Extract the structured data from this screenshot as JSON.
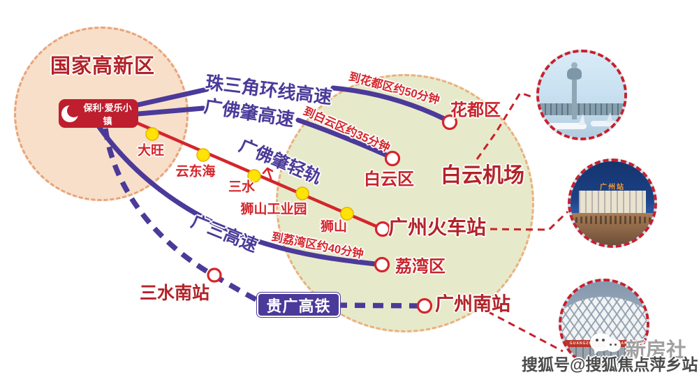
{
  "zone_label": "国家高新区",
  "logo_label": "保利·爱乐小镇",
  "airport_label": "白云机场",
  "routes": {
    "zhusanjiao": {
      "name": "珠三角环线高速",
      "time": "到花都区约50分钟",
      "dest": "花都区"
    },
    "guangfozhao": {
      "name": "广佛肇高速",
      "time": "到白云区约35分钟",
      "dest": "白云区"
    },
    "qinggui": {
      "name": "广佛肇轻轨",
      "terminus": "广州火车站",
      "stations": [
        "大旺",
        "云东海",
        "三水",
        "狮山工业园",
        "狮山"
      ]
    },
    "guangsan": {
      "name": "广三高速",
      "time": "到荔湾区约40分钟",
      "dest": "荔湾区"
    },
    "guiguang": {
      "name": "贵广高铁",
      "station": "三水南站",
      "terminus": "广州南站"
    }
  },
  "photos": {
    "guangzhou_station_sign": "广州站",
    "south_station_sign": "GUANGZHOU SOUTH RAILWAY STATION"
  },
  "watermark": {
    "brand": "新房社",
    "account": "搜狐号@搜狐焦点萍乡站"
  },
  "colors": {
    "purple": "#4B3A99",
    "red_line": "#D4252B",
    "label_red": "#C8242B",
    "dark_red": "#B22328",
    "peach_fill": "#F8DFC9",
    "peach_border": "#E8A478",
    "green_fill": "#E7EACA",
    "green_border": "#EBAF7E",
    "dot_yellow": "#FFE206",
    "logo_bg": "#BE1E2D"
  }
}
